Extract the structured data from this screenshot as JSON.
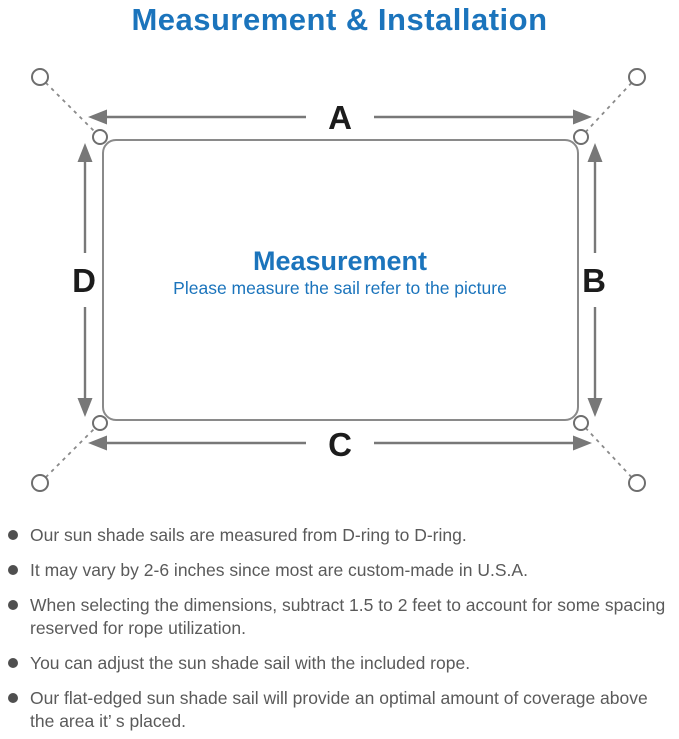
{
  "title": "Measurement & Installation",
  "colors": {
    "accent_blue": "#1b74bc",
    "diagram_line_gray": "#8a8a8a",
    "arrow_gray": "#787878",
    "dimension_label_black": "#1c1c1c",
    "note_text_gray": "#5a5a5a"
  },
  "diagram": {
    "dimension_labels": {
      "top": "A",
      "right": "B",
      "bottom": "C",
      "left": "D"
    },
    "center_title": "Measurement",
    "center_subtitle": "Please measure the sail refer to the picture"
  },
  "notes": [
    "Our sun shade sails are measured from D-ring to D-ring.",
    "It may vary by 2-6 inches since most are custom-made in U.S.A.",
    "When selecting the dimensions, subtract 1.5 to 2 feet to account for some spacing reserved for rope utilization.",
    "You can adjust the sun shade sail with the included rope.",
    "Our flat-edged sun shade sail will provide an optimal amount of coverage above the area it’ s placed."
  ]
}
